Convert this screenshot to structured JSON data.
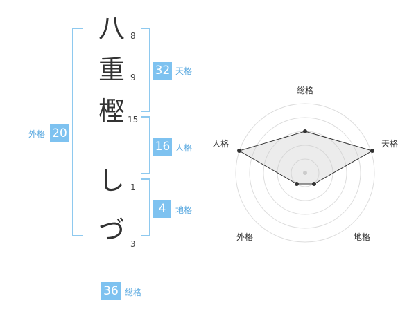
{
  "name": {
    "characters": [
      {
        "char": "八",
        "strokes": "8"
      },
      {
        "char": "重",
        "strokes": "9"
      },
      {
        "char": "樫",
        "strokes": "15"
      },
      {
        "char": "し",
        "strokes": "1"
      },
      {
        "char": "づ",
        "strokes": "3"
      }
    ]
  },
  "fortune": {
    "tenkaku": {
      "value": "32",
      "label": "天格"
    },
    "jinkaku": {
      "value": "16",
      "label": "人格"
    },
    "chikaku": {
      "value": "4",
      "label": "地格"
    },
    "gaikaku": {
      "value": "20",
      "label": "外格"
    },
    "soukaku": {
      "value": "36",
      "label": "総格"
    }
  },
  "radar": {
    "labels": {
      "soukaku": "総格",
      "tenkaku": "天格",
      "chikaku": "地格",
      "gaikaku": "外格",
      "jinkaku": "人格"
    }
  },
  "colors": {
    "accent": "#7ec2f0",
    "bracket": "#8ec9ef",
    "label": "#5aa9e0"
  }
}
